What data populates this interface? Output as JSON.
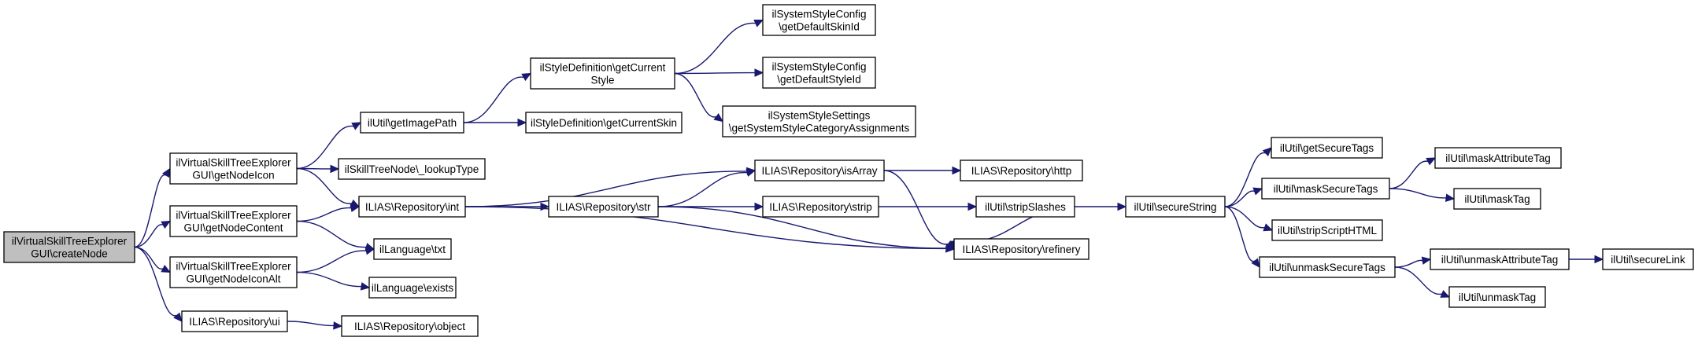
{
  "diagram": {
    "type": "call-graph",
    "colors": {
      "edge": "#191970",
      "root_fill": "#bfbfbf",
      "node_fill": "#ffffff",
      "border": "#000000"
    },
    "nodes": [
      {
        "id": "createNode",
        "lines": [
          "ilVirtualSkillTreeExplorer",
          "GUI\\createNode"
        ],
        "root": true
      },
      {
        "id": "getNodeIcon",
        "lines": [
          "ilVirtualSkillTreeExplorer",
          "GUI\\getNodeIcon"
        ]
      },
      {
        "id": "getNodeContent",
        "lines": [
          "ilVirtualSkillTreeExplorer",
          "GUI\\getNodeContent"
        ]
      },
      {
        "id": "getNodeIconAlt",
        "lines": [
          "ilVirtualSkillTreeExplorer",
          "GUI\\getNodeIconAlt"
        ]
      },
      {
        "id": "repoUi",
        "lines": [
          "ILIAS\\Repository\\ui"
        ]
      },
      {
        "id": "getImagePath",
        "lines": [
          "ilUtil\\getImagePath"
        ]
      },
      {
        "id": "lookupType",
        "lines": [
          "ilSkillTreeNode\\_lookupType"
        ]
      },
      {
        "id": "repoInt",
        "lines": [
          "ILIAS\\Repository\\int"
        ]
      },
      {
        "id": "langTxt",
        "lines": [
          "ilLanguage\\txt"
        ]
      },
      {
        "id": "langExists",
        "lines": [
          "ilLanguage\\exists"
        ]
      },
      {
        "id": "repoObject",
        "lines": [
          "ILIAS\\Repository\\object"
        ]
      },
      {
        "id": "getCurrentStyle",
        "lines": [
          "ilStyleDefinition\\getCurrent",
          "Style"
        ]
      },
      {
        "id": "getCurrentSkin",
        "lines": [
          "ilStyleDefinition\\getCurrentSkin"
        ]
      },
      {
        "id": "repoStr",
        "lines": [
          "ILIAS\\Repository\\str"
        ]
      },
      {
        "id": "getDefaultSkinId",
        "lines": [
          "ilSystemStyleConfig",
          "\\getDefaultSkinId"
        ]
      },
      {
        "id": "getDefaultStyleId",
        "lines": [
          "ilSystemStyleConfig",
          "\\getDefaultStyleId"
        ]
      },
      {
        "id": "getSystemStyleCategoryAssignments",
        "lines": [
          "ilSystemStyleSettings",
          "\\getSystemStyleCategoryAssignments"
        ]
      },
      {
        "id": "repoIsArray",
        "lines": [
          "ILIAS\\Repository\\isArray"
        ]
      },
      {
        "id": "repoStrip",
        "lines": [
          "ILIAS\\Repository\\strip"
        ]
      },
      {
        "id": "repoHttp",
        "lines": [
          "ILIAS\\Repository\\http"
        ]
      },
      {
        "id": "stripSlashes",
        "lines": [
          "ilUtil\\stripSlashes"
        ]
      },
      {
        "id": "repoRefinery",
        "lines": [
          "ILIAS\\Repository\\refinery"
        ]
      },
      {
        "id": "secureString",
        "lines": [
          "ilUtil\\secureString"
        ]
      },
      {
        "id": "getSecureTags",
        "lines": [
          "ilUtil\\getSecureTags"
        ]
      },
      {
        "id": "maskSecureTags",
        "lines": [
          "ilUtil\\maskSecureTags"
        ]
      },
      {
        "id": "stripScriptHTML",
        "lines": [
          "ilUtil\\stripScriptHTML"
        ]
      },
      {
        "id": "unmaskSecureTags",
        "lines": [
          "ilUtil\\unmaskSecureTags"
        ]
      },
      {
        "id": "maskAttributeTag",
        "lines": [
          "ilUtil\\maskAttributeTag"
        ]
      },
      {
        "id": "maskTag",
        "lines": [
          "ilUtil\\maskTag"
        ]
      },
      {
        "id": "unmaskAttributeTag",
        "lines": [
          "ilUtil\\unmaskAttributeTag"
        ]
      },
      {
        "id": "unmaskTag",
        "lines": [
          "ilUtil\\unmaskTag"
        ]
      },
      {
        "id": "secureLink",
        "lines": [
          "ilUtil\\secureLink"
        ]
      }
    ],
    "edges": [
      {
        "from": "createNode",
        "to": "getNodeIcon"
      },
      {
        "from": "createNode",
        "to": "getNodeContent"
      },
      {
        "from": "createNode",
        "to": "getNodeIconAlt"
      },
      {
        "from": "createNode",
        "to": "repoUi"
      },
      {
        "from": "getNodeIcon",
        "to": "getImagePath"
      },
      {
        "from": "getNodeIcon",
        "to": "lookupType"
      },
      {
        "from": "getNodeIcon",
        "to": "repoInt"
      },
      {
        "from": "getNodeContent",
        "to": "repoInt"
      },
      {
        "from": "getNodeContent",
        "to": "langTxt"
      },
      {
        "from": "getNodeIconAlt",
        "to": "langTxt"
      },
      {
        "from": "getNodeIconAlt",
        "to": "langExists"
      },
      {
        "from": "repoUi",
        "to": "repoObject"
      },
      {
        "from": "getImagePath",
        "to": "getCurrentStyle"
      },
      {
        "from": "getImagePath",
        "to": "getCurrentSkin"
      },
      {
        "from": "getCurrentStyle",
        "to": "getDefaultSkinId"
      },
      {
        "from": "getCurrentStyle",
        "to": "getDefaultStyleId"
      },
      {
        "from": "getCurrentStyle",
        "to": "getSystemStyleCategoryAssignments"
      },
      {
        "from": "repoInt",
        "to": "repoIsArray"
      },
      {
        "from": "repoInt",
        "to": "repoStr"
      },
      {
        "from": "repoInt",
        "to": "repoRefinery"
      },
      {
        "from": "repoStr",
        "to": "repoIsArray"
      },
      {
        "from": "repoStr",
        "to": "repoStrip"
      },
      {
        "from": "repoStr",
        "to": "repoRefinery"
      },
      {
        "from": "repoIsArray",
        "to": "repoHttp"
      },
      {
        "from": "repoIsArray",
        "to": "repoRefinery"
      },
      {
        "from": "repoStrip",
        "to": "stripSlashes"
      },
      {
        "from": "stripSlashes",
        "to": "repoRefinery"
      },
      {
        "from": "stripSlashes",
        "to": "secureString"
      },
      {
        "from": "secureString",
        "to": "getSecureTags"
      },
      {
        "from": "secureString",
        "to": "maskSecureTags"
      },
      {
        "from": "secureString",
        "to": "stripScriptHTML"
      },
      {
        "from": "secureString",
        "to": "unmaskSecureTags"
      },
      {
        "from": "maskSecureTags",
        "to": "maskAttributeTag"
      },
      {
        "from": "maskSecureTags",
        "to": "maskTag"
      },
      {
        "from": "unmaskSecureTags",
        "to": "unmaskAttributeTag"
      },
      {
        "from": "unmaskSecureTags",
        "to": "unmaskTag"
      },
      {
        "from": "unmaskAttributeTag",
        "to": "secureLink"
      }
    ]
  }
}
